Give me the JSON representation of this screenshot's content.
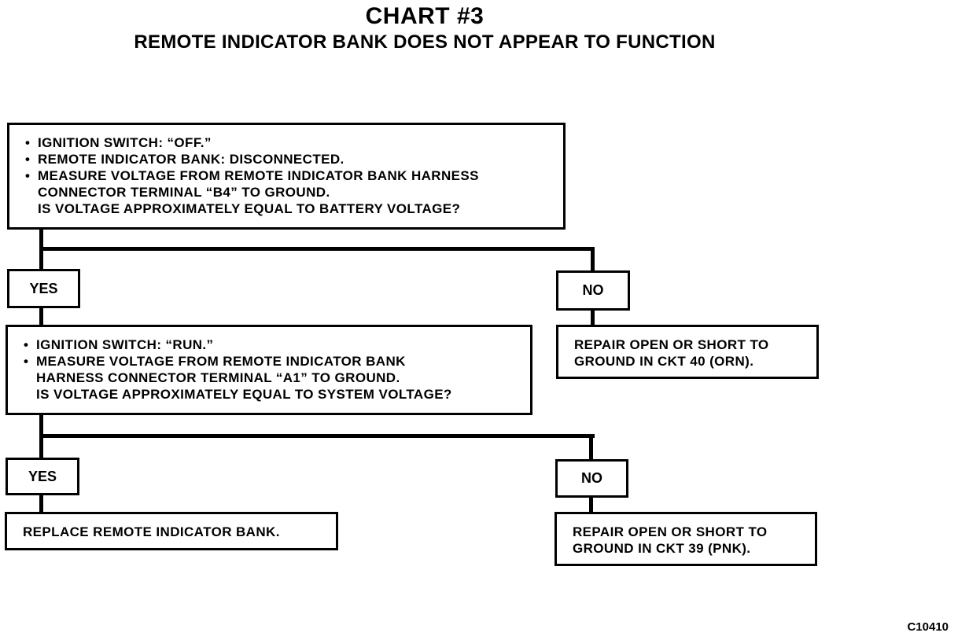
{
  "title": "CHART #3",
  "subtitle": "REMOTE INDICATOR BANK DOES NOT APPEAR TO FUNCTION",
  "step1": {
    "lines": [
      {
        "bullet": "•",
        "text": "IGNITION SWITCH: “OFF.”"
      },
      {
        "bullet": "•",
        "text": "REMOTE INDICATOR BANK: DISCONNECTED."
      },
      {
        "bullet": "•",
        "text": "MEASURE VOLTAGE FROM REMOTE INDICATOR BANK HARNESS"
      },
      {
        "bullet": "",
        "text": "CONNECTOR TERMINAL “B4” TO GROUND."
      },
      {
        "bullet": "",
        "text": "IS VOLTAGE APPROXIMATELY EQUAL TO BATTERY VOLTAGE?"
      }
    ]
  },
  "step1_yes": "YES",
  "step1_no": "NO",
  "step1_no_result": {
    "lines": [
      "REPAIR OPEN OR SHORT TO",
      "GROUND IN CKT 40 (ORN)."
    ]
  },
  "step2": {
    "lines": [
      {
        "bullet": "•",
        "text": "IGNITION SWITCH: “RUN.”"
      },
      {
        "bullet": "•",
        "text": "MEASURE VOLTAGE FROM REMOTE INDICATOR BANK"
      },
      {
        "bullet": "",
        "text": "HARNESS CONNECTOR TERMINAL “A1” TO GROUND."
      },
      {
        "bullet": "",
        "text": "IS VOLTAGE APPROXIMATELY EQUAL TO SYSTEM VOLTAGE?"
      }
    ]
  },
  "step2_yes": "YES",
  "step2_no": "NO",
  "step2_yes_result": {
    "lines": [
      "REPLACE REMOTE INDICATOR BANK."
    ]
  },
  "step2_no_result": {
    "lines": [
      "REPAIR OPEN OR SHORT TO",
      "GROUND IN CKT 39 (PNK)."
    ]
  },
  "figure_code": "C10410"
}
